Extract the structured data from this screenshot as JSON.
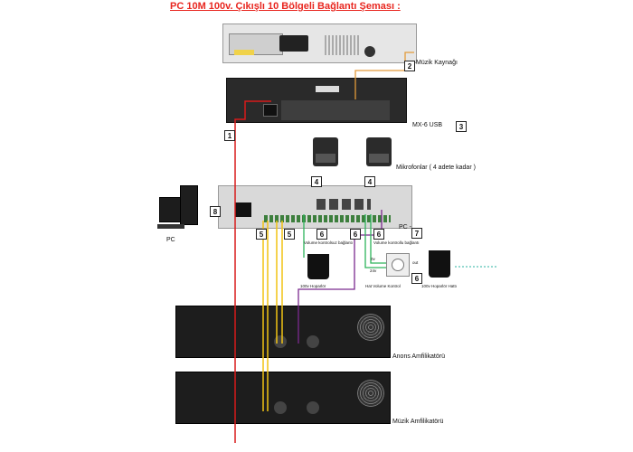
{
  "title": "PC 10M 100v. Çıkışlı 10 Bölgeli Bağlantı Şeması :",
  "labels": {
    "muzik_kaynagi": "Müzik Kaynağı",
    "mx6_usb": "MX-6 USB",
    "mikrofonlar": "Mikrofonlar ( 4 adete kadar )",
    "pc_computer": "PC",
    "pc_mixer": "PC -",
    "volume_kontrolsuz": "Volume kontrolsuz bağlantı",
    "volume_kontrollu": "Volume kontrollu bağlantı",
    "hoparlor_100v": "100v Hoparlör",
    "hat_kontrol": "Hat Volume Kontrol",
    "hoparlor_hatti": "100v Hoparlör Hattı",
    "anons_amp": "Anons Amfilikatörü",
    "muzik_amp": "Müzik Amfilikatörü",
    "zero": "0v",
    "twenty_four": "24v",
    "out": "out"
  },
  "callouts": {
    "c1": "1",
    "c2": "2",
    "c3": "3",
    "c4a": "4",
    "c4b": "4",
    "c5a": "5",
    "c5b": "5",
    "c6a": "6",
    "c6b": "6",
    "c6c": "6",
    "c6d": "6",
    "c7": "7",
    "c8": "8"
  },
  "colors": {
    "title": "#e8261f",
    "red_cable": "#d81b1b",
    "yellow_cable": "#f2c314",
    "purple_cable": "#7b2a8f",
    "green_cable": "#2db35a",
    "teal_cable": "#2ab3a0",
    "device_dark": "#232323",
    "device_light": "#d8d8d8"
  }
}
